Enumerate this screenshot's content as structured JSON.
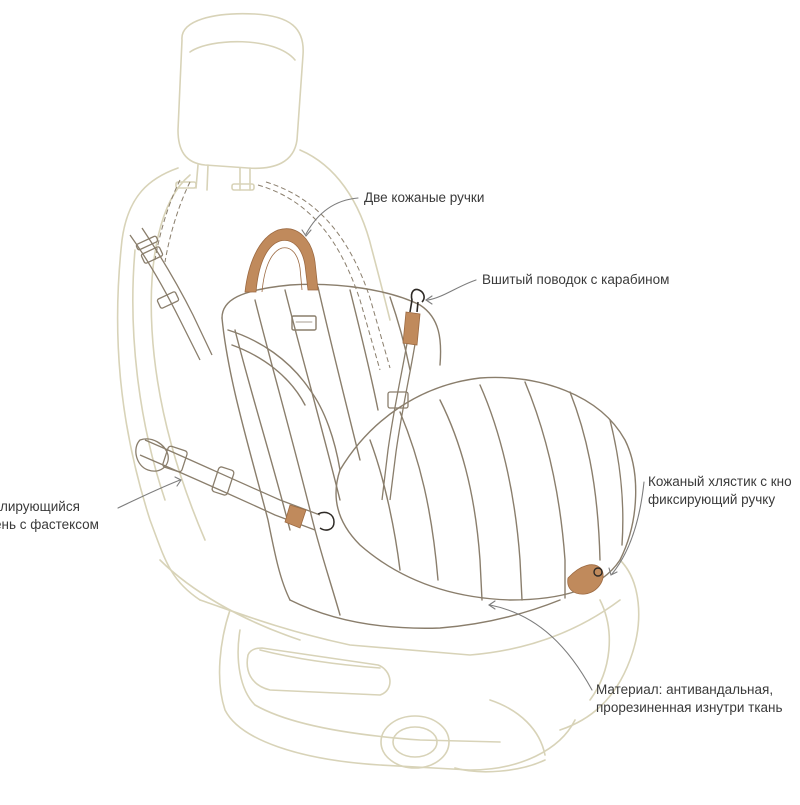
{
  "colors": {
    "seat_outline": "#d8d3b8",
    "carrier_outline": "#8a7e6c",
    "leather": "#c08a5c",
    "leather_dark": "#9c6a42",
    "pointer": "#7d7d7d",
    "label_text": "#3a3a3a"
  },
  "labels": {
    "handles": "Две кожаные ручки",
    "leash": "Вшитый поводок с карабином",
    "belt": [
      "лирующийся",
      "ень с фастексом"
    ],
    "strap": [
      "Кожаный хлястик с кно",
      "фиксирующий ручку"
    ],
    "material": [
      "Материал: антивандальная,",
      "прорезиненная изнутри ткань"
    ]
  }
}
